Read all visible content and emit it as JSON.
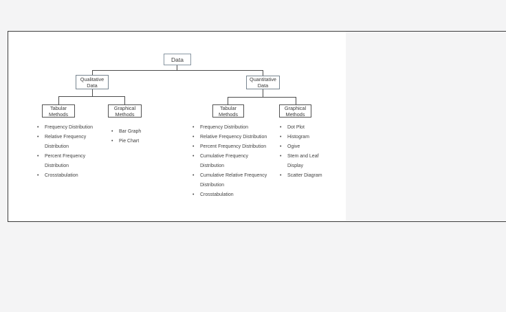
{
  "slide": {
    "tree": {
      "root_label": "Data",
      "qualitative_label": "Qualitative Data",
      "quantitative_label": "Quantitative Data",
      "qualitative_tabular_label": "Tabular Methods",
      "qualitative_graphical_label": "Graphical Methods",
      "quantitative_tabular_label": "Tabular Methods",
      "quantitative_graphical_label": "Graphical Methods"
    },
    "lists": {
      "qualitative_tabular": [
        "Frequency Distribution",
        "Relative Frequency Distribution",
        "Percent Frequency Distribution",
        "Crosstabulation"
      ],
      "qualitative_graphical": [
        "Bar Graph",
        "Pie Chart"
      ],
      "quantitative_tabular": [
        "Frequency Distribution",
        "Relative Frequency Distribution",
        "Percent Frequency Distribution",
        "Cumulative Frequency Distribution",
        "Cumulative Relative Frequency Distribution",
        "Crosstabulation"
      ],
      "quantitative_graphical": [
        "Dot Plot",
        "Histogram",
        "Ogive",
        "Stem and Leaf Display",
        "Scatter Diagram"
      ]
    },
    "bullet_glyph": "•",
    "colors": {
      "page_background": "#f4f4f5",
      "slide_background": "#ffffff",
      "canvas_border": "#3a3a3a",
      "root_node_border": "#8795a1",
      "branch_node_border": "#76848f",
      "leaf_node_border": "#4f4f4f",
      "connector": "#4a4a4a",
      "text": "#3f3f3f"
    }
  }
}
